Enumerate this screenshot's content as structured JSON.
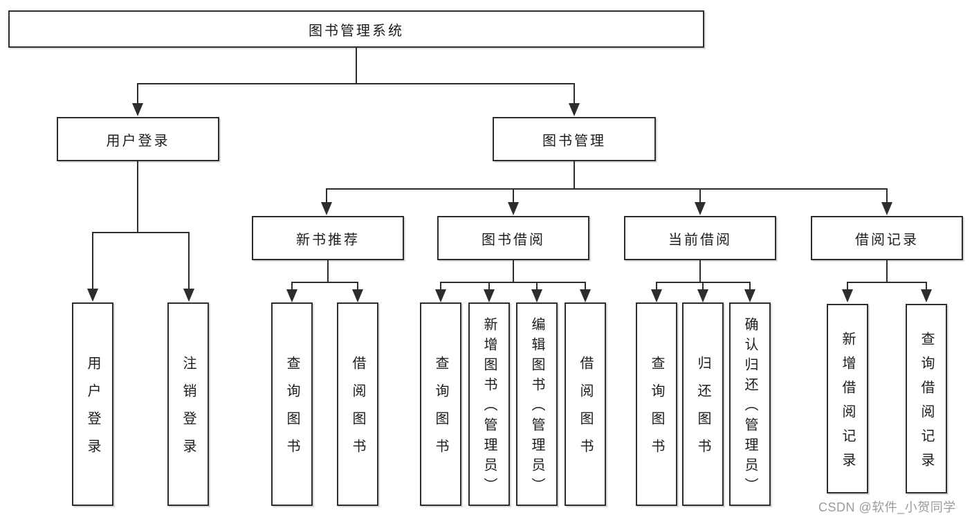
{
  "diagram": {
    "root": {
      "label": "图书管理系统"
    },
    "branches": [
      {
        "label": "用户登录",
        "leaves": [
          "用户登录",
          "注销登录"
        ]
      },
      {
        "label": "图书管理",
        "sections": [
          {
            "label": "新书推荐",
            "leaves": [
              "查询图书",
              "借阅图书"
            ]
          },
          {
            "label": "图书借阅",
            "leaves": [
              "查询图书",
              "新增图书（管理员）",
              "编辑图书（管理员）",
              "借阅图书"
            ]
          },
          {
            "label": "当前借阅",
            "leaves": [
              "查询图书",
              "归还图书",
              "确认归还（管理员）"
            ]
          },
          {
            "label": "借阅记录",
            "leaves": [
              "新增借阅记录",
              "查询借阅记录"
            ]
          }
        ]
      }
    ]
  },
  "watermark": {
    "text": "CSDN @软件_小贺同学"
  },
  "colors": {
    "line": "#2d2d2d",
    "text": "#1c1c1c",
    "watermark": "#9b9b9b",
    "background": "#ffffff"
  }
}
